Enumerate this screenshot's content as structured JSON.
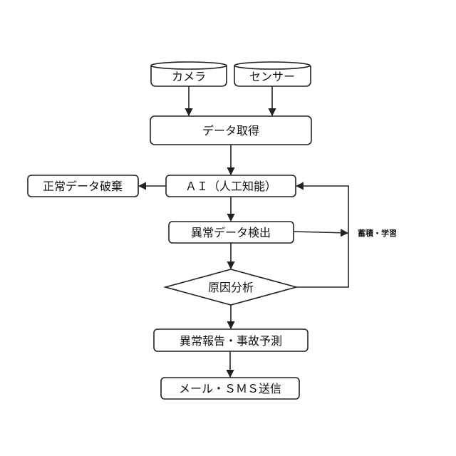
{
  "nodes": {
    "camera": "カメラ",
    "sensor": "センサー",
    "data_acquisition": "データ取得",
    "ai": "ＡＩ（人工知能）",
    "normal_data_discard": "正常データ破棄",
    "anomaly_detection": "異常データ検出",
    "root_cause_analysis": "原因分析",
    "incident_report": "異常報告・事故予測",
    "mail_sms": "メール・ＳＭＳ送信"
  },
  "edge_labels": {
    "feedback": "蓄積・学習"
  }
}
